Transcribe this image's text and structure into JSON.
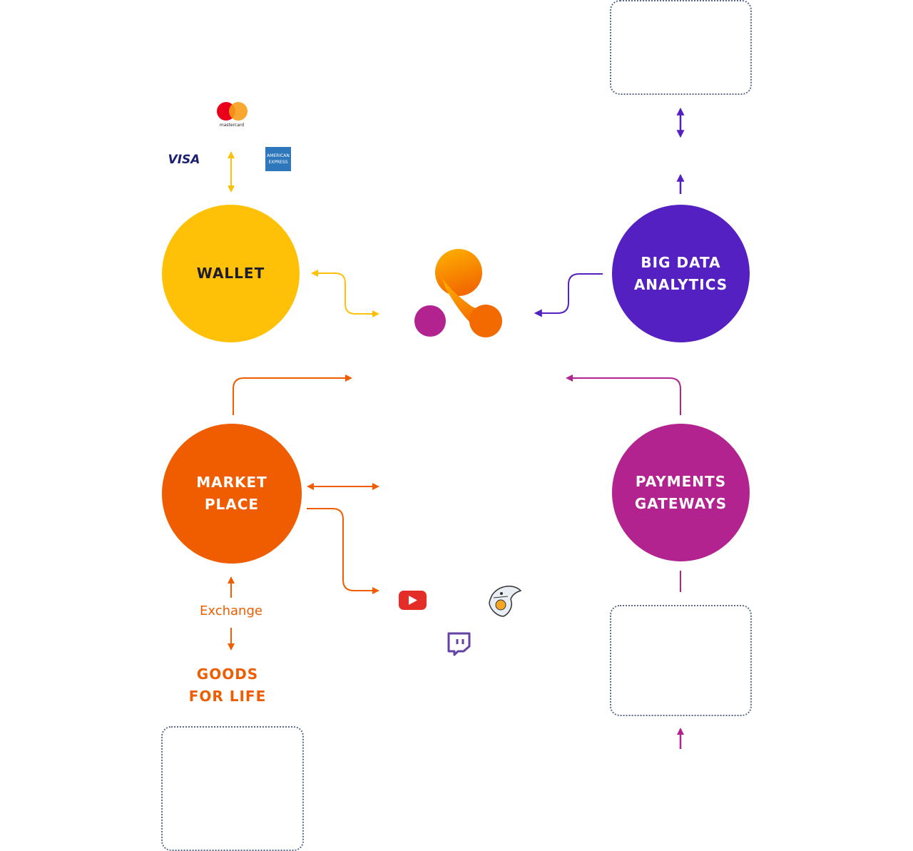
{
  "nodes": {
    "wallet": {
      "label": "WALLET",
      "color": "#FFC107",
      "text_color": "#1b1b2b"
    },
    "big_data": {
      "label": "BIG DATA\nANALYTICS",
      "color": "#5520C2",
      "text_color": "#ffffff"
    },
    "marketplace": {
      "label": "MARKET\nPLACE",
      "color": "#EF5D00",
      "text_color": "#ffffff"
    },
    "payments": {
      "label": "PAYMENTS\nGATEWAYS",
      "color": "#B2238F",
      "text_color": "#ffffff"
    }
  },
  "hub": {
    "gradient_top": "#FFB300",
    "gradient_bottom": "#F26A00",
    "dot_color": "#B2238F"
  },
  "exchange_label": "Exchange",
  "goods_label": "GOODS\nFOR LIFE",
  "card_brands": {
    "mastercard": {
      "name": "mastercard",
      "colors": [
        "#EB001B",
        "#F79E1B"
      ]
    },
    "visa": {
      "name": "VISA",
      "color": "#1A1F71"
    },
    "amex": {
      "name": "AMERICAN EXPRESS",
      "color": "#2E77BC"
    }
  },
  "media_icons": {
    "youtube": {
      "color": "#E52D27"
    },
    "twitch": {
      "color": "#6441A5"
    },
    "shark": {
      "color": "#F5A623"
    }
  },
  "colors": {
    "yellow": "#FFC107",
    "purple": "#5520C2",
    "orange": "#EF5D00",
    "magenta": "#B2238F",
    "box_border": "#5c6a8c"
  }
}
